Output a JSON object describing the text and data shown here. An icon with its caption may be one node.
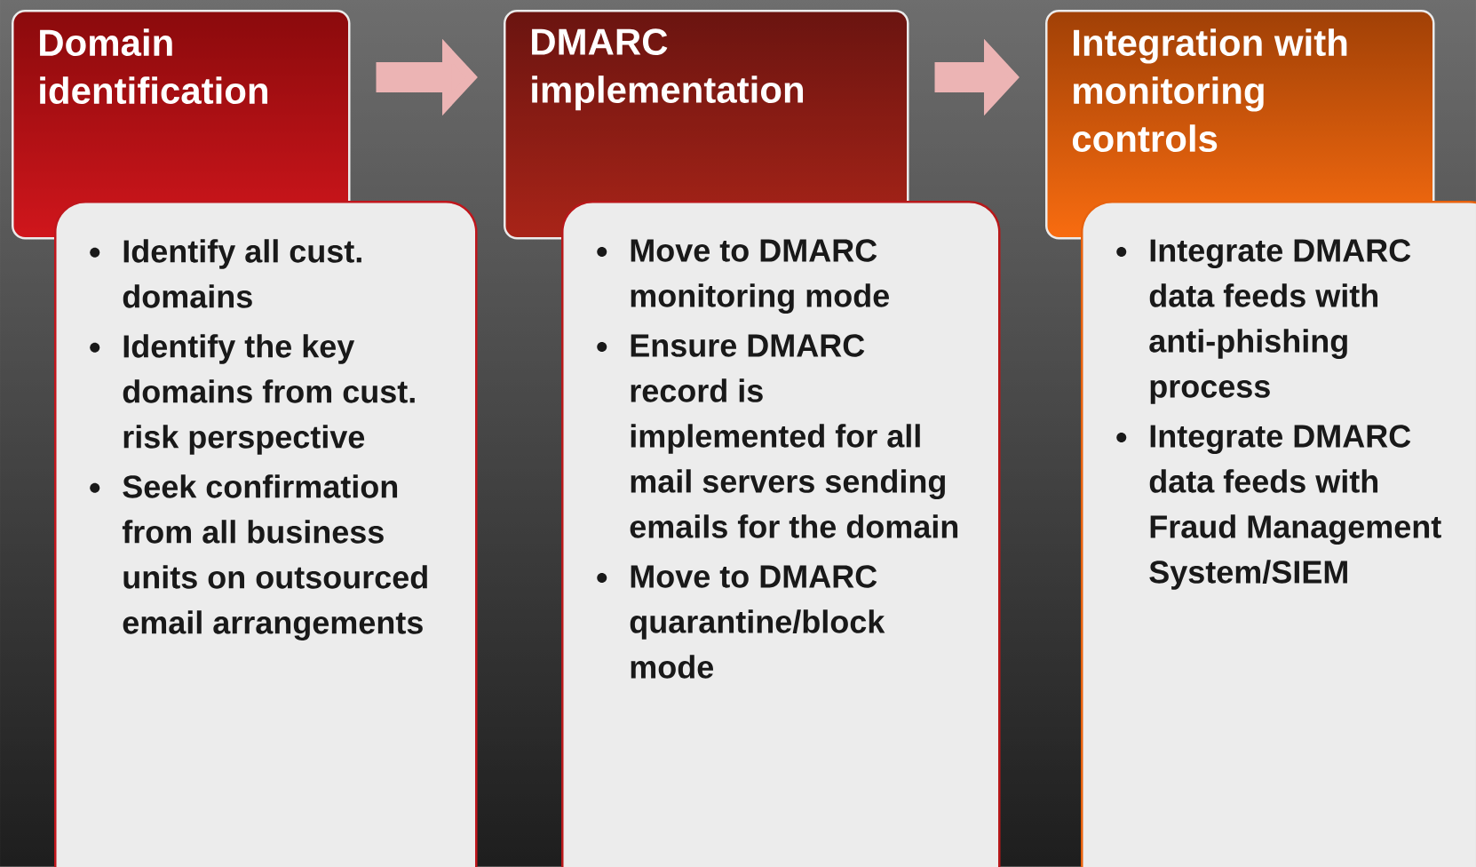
{
  "diagram": {
    "nodes": [
      {
        "text": [
          "Domain identification"
        ]
      },
      {
        "text": [
          "DMARC implementation"
        ]
      },
      {
        "text": [
          "Integration with monitoring controls"
        ]
      },
      {
        "text": [
          "Identify all cust. domains",
          "Identify the key domains from cust. risk perspective",
          "Seek confirmation from all business units on outsourced email arrangements"
        ]
      },
      {
        "text": [
          "Move to DMARC monitoring mode",
          "Ensure DMARC record is implemented for all mail servers sending emails for the domain",
          "Move to DMARC quarantine/block mode"
        ]
      },
      {
        "text": [
          "Integrate DMARC data feeds with anti-phishing process",
          "Integrate DMARC data feeds with Fraud Management System/SIEM"
        ]
      }
    ],
    "edges": [
      {
        "from": 0,
        "to": 1,
        "arrow": "to"
      },
      {
        "from": 1,
        "to": 2,
        "arrow": "to"
      }
    ]
  }
}
